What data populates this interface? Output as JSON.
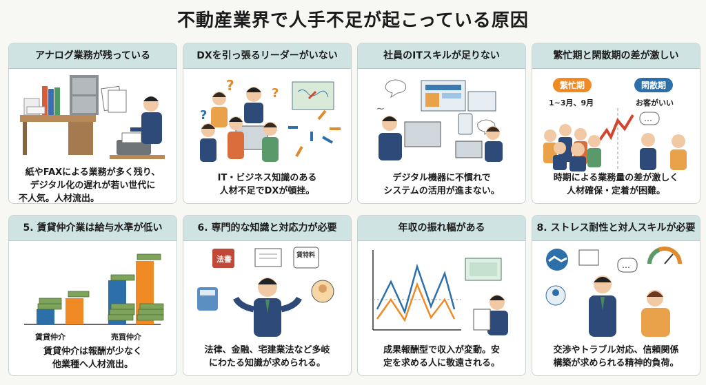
{
  "title": "不動産業界で人手不足が起こっている原因",
  "cards": [
    {
      "heading": "アナログ業務が残っている",
      "body_lines": [
        "紙やFAXによる業務が多く残り、",
        "デジタル化の遅れが若い世代に",
        "不人気。人材流出。"
      ]
    },
    {
      "heading": "DXを引っ張るリーダーがいない",
      "body_lines": [
        "IT・ビジネス知識のある",
        "人材不足でDXが頓挫。"
      ]
    },
    {
      "heading": "社員のITスキルが足りない",
      "body_lines": [
        "デジタル機器に不慣れで",
        "システムの活用が進まない。"
      ]
    },
    {
      "heading": "繁忙期と閑散期の差が激しい",
      "busy_label": "繁忙期",
      "busy_months": "1~3月、9月",
      "slow_label": "閑散期",
      "slow_note": "お客がいい",
      "body_lines": [
        "時期による業務量の差が激しく",
        "人材確保・定着が困難。"
      ]
    },
    {
      "heading": "5. 賃貸仲介業は給与水準が低い",
      "label_rent": "賃貸仲介",
      "label_sale": "売買仲介",
      "body_lines": [
        "賃貸仲介は報酬が少なく",
        "他業種へ人材流出。"
      ]
    },
    {
      "heading": "6. 専門的な知識と対応力が必要",
      "book_label": "法書",
      "doc_label": "賃特料",
      "body_lines": [
        "法律、金融、宅建業法など多岐",
        "にわたる知識が求められる。"
      ]
    },
    {
      "heading": "年収の振れ幅がある",
      "body_lines": [
        "成果報酬型で収入が変動。安",
        "定を求める人に敬遠される。"
      ]
    },
    {
      "heading": "8. ストレス耐性と対人スキルが必要",
      "body_lines": [
        "交渉やトラブル対応、信頼関係",
        "構築が求められる精神的負荷。"
      ]
    }
  ],
  "colors": {
    "header_bg": "#cfe3e3",
    "accent_orange": "#f08a24",
    "accent_blue": "#2d6fa8",
    "suit": "#2e4a78"
  }
}
